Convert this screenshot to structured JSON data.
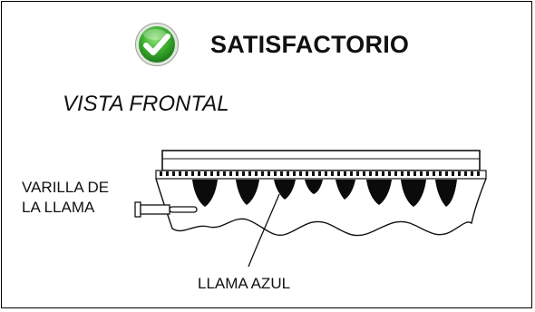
{
  "status": {
    "icon": "check-circle-icon",
    "label": "SATISFACTORIO",
    "icon_color": "#3cae2f"
  },
  "view": {
    "title": "VISTA FRONTAL"
  },
  "callouts": {
    "flame_rod_line1": "VARILLA DE",
    "flame_rod_line2": "LA LLAMA",
    "blue_flame": "LLAMA AZUL"
  },
  "diagram": {
    "burner_port_count": 8,
    "flame_state": "satisfactory"
  }
}
